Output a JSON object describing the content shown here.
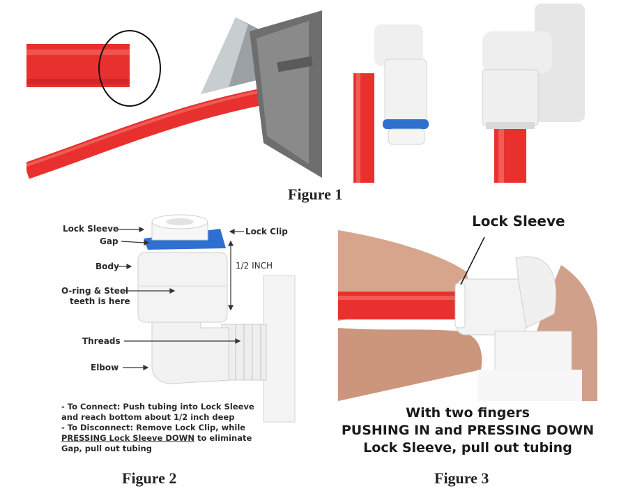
{
  "figure1": {
    "caption": "Figure 1"
  },
  "figure2": {
    "caption": "Figure 2",
    "labels": {
      "lock_sleeve": "Lock Sleeve",
      "gap": "Gap",
      "body": "Body",
      "oring_line1": "O-ring & Steel",
      "oring_line2": "teeth is here",
      "threads": "Threads",
      "elbow": "Elbow",
      "lock_clip": "Lock Clip",
      "half_inch": "1/2 INCH"
    },
    "notes": {
      "connect_line1": "- To Connect: Push tubing into Lock Sleeve",
      "connect_line2": "and reach bottom about 1/2 inch deep",
      "disconnect_line1": "- To Disconnect: Remove Lock Clip, while",
      "disconnect_emph": "PRESSING Lock Sleeve DOWN",
      "disconnect_rest": " to eliminate",
      "disconnect_line3": "Gap, pull out tubing"
    }
  },
  "figure3": {
    "caption": "Figure 3",
    "lock_sleeve_label": "Lock Sleeve",
    "instruction_line1": "With two fingers",
    "instruction_line2": "PUSHING IN and PRESSING DOWN",
    "instruction_line3": "Lock Sleeve, pull out tubing"
  },
  "colors": {
    "tubing_red": "#e8312e",
    "lock_clip_blue": "#2f6fd0",
    "fitting_white": "#f2f2f2"
  }
}
